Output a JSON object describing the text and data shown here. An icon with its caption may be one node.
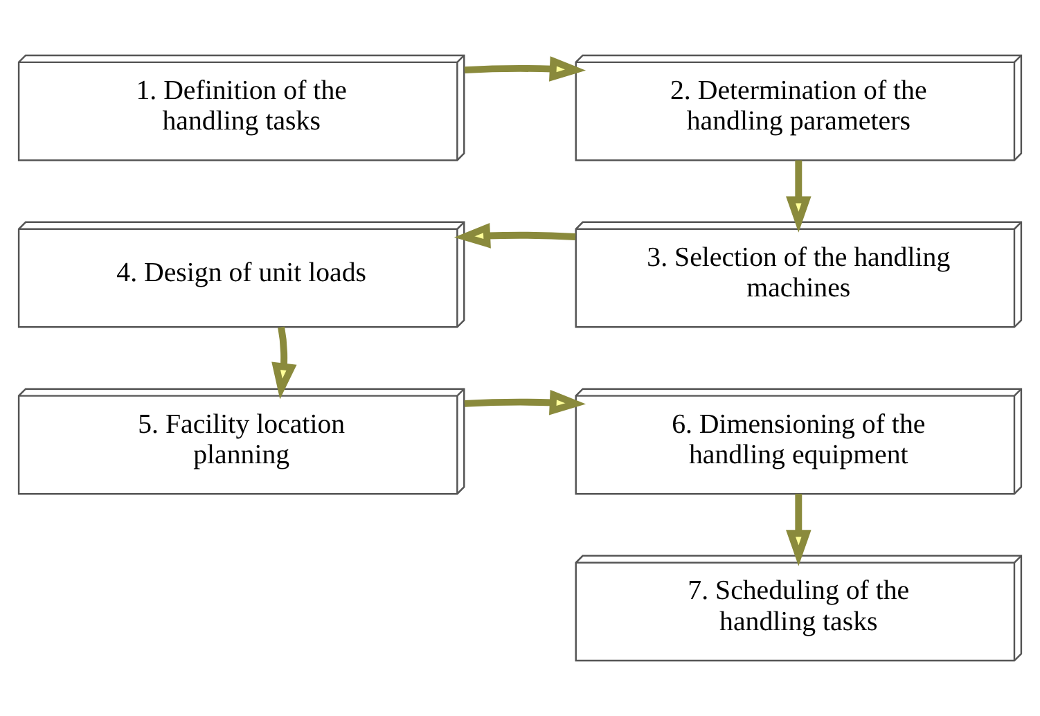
{
  "diagram": {
    "nodes": [
      {
        "text": [
          "1. Definition of the handling tasks"
        ]
      },
      {
        "text": [
          "2. Determination of the handling parameters"
        ]
      },
      {
        "text": [
          "3. Selection of the handling machines"
        ]
      },
      {
        "text": [
          "4. Design of unit loads"
        ]
      },
      {
        "text": [
          "5. Facility location planning"
        ]
      },
      {
        "text": [
          "6. Dimensioning of the handling equipment"
        ]
      },
      {
        "text": [
          "7. Scheduling of the handling tasks"
        ]
      }
    ],
    "edges": [
      {
        "from": 0,
        "to": 1,
        "arrow": "to"
      },
      {
        "from": 1,
        "to": 2,
        "arrow": "to"
      },
      {
        "from": 2,
        "to": 3,
        "arrow": "to"
      },
      {
        "from": 3,
        "to": 4,
        "arrow": "to"
      },
      {
        "from": 4,
        "to": 5,
        "arrow": "to"
      },
      {
        "from": 5,
        "to": 6,
        "arrow": "to"
      }
    ]
  }
}
